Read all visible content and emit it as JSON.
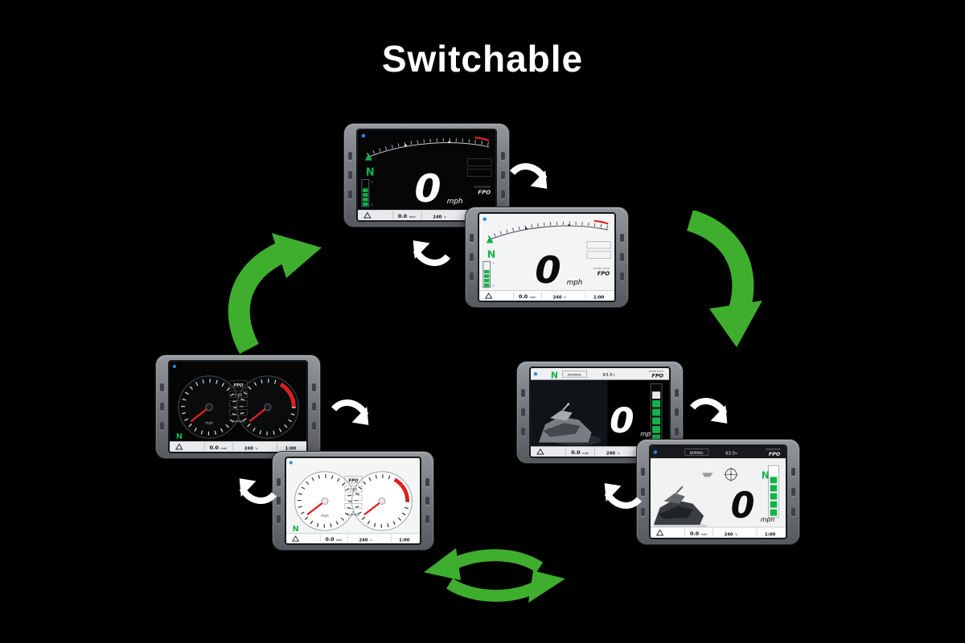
{
  "title": "Switchable",
  "colors": {
    "background": "#000000",
    "arrow_green": "#3FAE2E",
    "arrow_white": "#FFFFFF",
    "gear_green": "#14B14D",
    "needle_red": "#E0201C",
    "bluetooth_blue": "#2B87E0",
    "bezel_gray": "#75797D"
  },
  "icons": {
    "bluetooth": "bluetooth-dot",
    "warning": "warning-triangle",
    "crosshair": "target-crosshair",
    "small_cycle": "white-cycle-arrow",
    "large_cycle": "green-cycle-arrow"
  },
  "cluster": {
    "speed": "0",
    "speed_unit": "mph",
    "gear": "N",
    "mode": "NORMAL",
    "air_temp": "63.5",
    "air_temp_unit": "°F",
    "brand": "FPO",
    "power_mode_label": "POWER MODE",
    "fuel_full_label": "F",
    "fuel_empty_label": "E",
    "status_bar": {
      "speed": "0.0",
      "speed_unit": "mph",
      "temp": "240",
      "temp_unit": "°F",
      "clock": "1:00"
    }
  },
  "devices": [
    {
      "name": "digital-dark",
      "layout": "digital",
      "theme": "dark"
    },
    {
      "name": "digital-white",
      "layout": "digital",
      "theme": "white"
    },
    {
      "name": "analog-dark",
      "layout": "analog",
      "theme": "dark"
    },
    {
      "name": "analog-white",
      "layout": "analog",
      "theme": "white"
    },
    {
      "name": "photo-dark",
      "layout": "photo",
      "theme": "dark"
    },
    {
      "name": "photo-white",
      "layout": "photo",
      "theme": "white"
    }
  ]
}
